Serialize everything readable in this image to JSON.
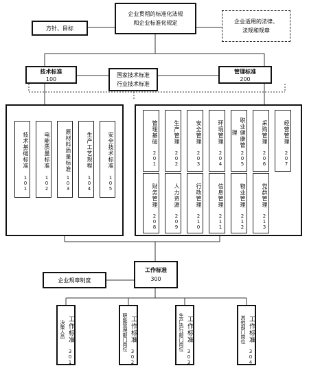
{
  "top": {
    "center_line1": "企业贯彻的标准化法规",
    "center_line2": "和企业标准化规定",
    "left": "方针、目标",
    "right_line1": "企业适用的法律、",
    "right_line2": "法规和规章"
  },
  "tech": {
    "label": "技术标准",
    "code": "100"
  },
  "national": {
    "line1": "国家技术标准",
    "line2": "行业技术标准"
  },
  "mgmt": {
    "label": "管理标准",
    "code": "200"
  },
  "tech_items": [
    {
      "label": "技术基础标准",
      "code": "101"
    },
    {
      "label": "电能质量标准",
      "code": "102"
    },
    {
      "label": "原材料质量标准",
      "code": "103"
    },
    {
      "label": "生产工艺规程",
      "code": "104"
    },
    {
      "label": "安全技术标准",
      "code": "105"
    }
  ],
  "mgmt_row1": [
    {
      "label": "管理基础",
      "code": "201"
    },
    {
      "label": "生产管理",
      "code": "202"
    },
    {
      "label": "安全管理",
      "code": "203"
    },
    {
      "label": "环境管理",
      "code": "204"
    },
    {
      "label": "职业健康管理",
      "code": "205"
    },
    {
      "label": "采购管理",
      "code": "206"
    },
    {
      "label": "经营管理",
      "code": "207"
    }
  ],
  "mgmt_row2": [
    {
      "label": "财务管理",
      "code": "208"
    },
    {
      "label": "人力资源",
      "code": "209"
    },
    {
      "label": "行政管理",
      "code": "210"
    },
    {
      "label": "信息管理",
      "code": "211"
    },
    {
      "label": "物业管理",
      "code": "212"
    },
    {
      "label": "党群管理",
      "code": "213"
    }
  ],
  "work": {
    "label": "工作标准",
    "code": "300"
  },
  "rules": {
    "label": "企业规章制度"
  },
  "work_items": [
    {
      "line1": "工作标准",
      "line2": "决策人员",
      "code": "301"
    },
    {
      "line1": "工作标准",
      "line2": "职能管理部门岗位",
      "code": "302"
    },
    {
      "line1": "工作标准",
      "line2": "生产执行部门岗位",
      "code": "303"
    },
    {
      "line1": "工作标准",
      "line2": "其他部门岗位",
      "code": "304"
    }
  ]
}
